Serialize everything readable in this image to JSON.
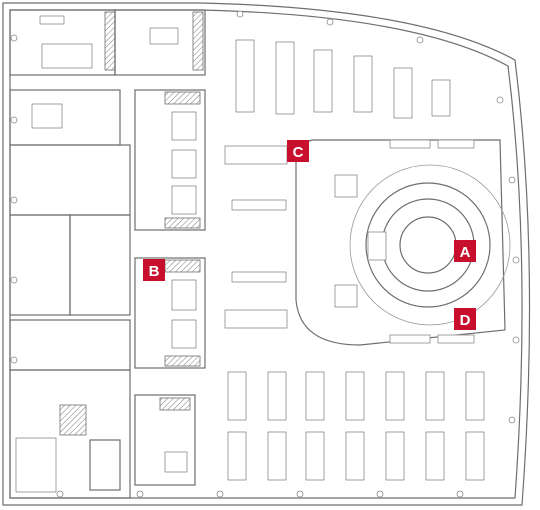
{
  "plan": {
    "markers": [
      {
        "id": "a",
        "label": "A"
      },
      {
        "id": "b",
        "label": "B"
      },
      {
        "id": "c",
        "label": "C"
      },
      {
        "id": "d",
        "label": "D"
      }
    ],
    "colors": {
      "marker": "#c8102e",
      "lines": "#6e6e6e"
    }
  }
}
